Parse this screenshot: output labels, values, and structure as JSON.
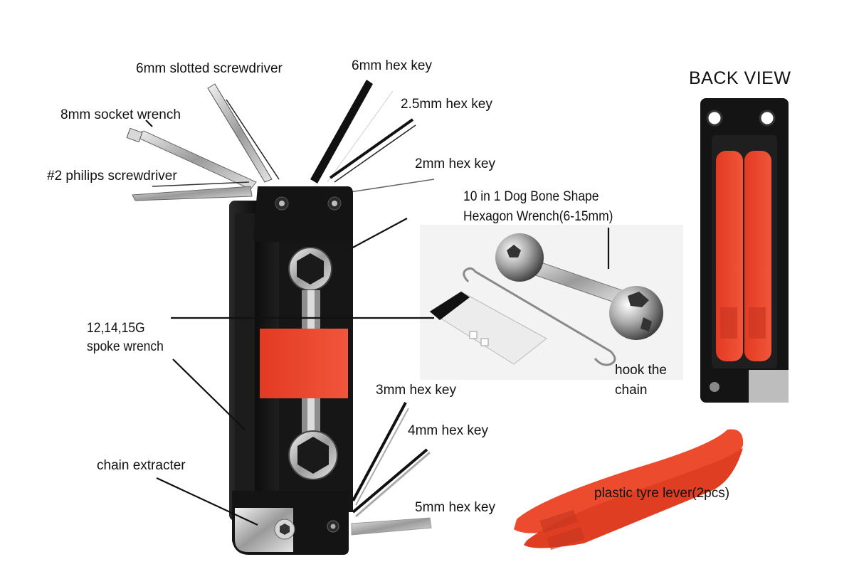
{
  "diagram": {
    "back_view_title": "BACK VIEW",
    "labels": {
      "slotted_screwdriver": "6mm slotted screwdriver",
      "hex_6mm": "6mm hex key",
      "hex_2_5mm": "2.5mm hex key",
      "socket_8mm": "8mm socket wrench",
      "hex_2mm": "2mm hex key",
      "philips": "#2 philips screwdriver",
      "dog_bone_line1": "10 in 1 Dog Bone Shape",
      "dog_bone_line2": "Hexagon Wrench(6-15mm)",
      "spoke_line1": "12,14,15G",
      "spoke_line2": "spoke wrench",
      "hook_line1": "hook the",
      "hook_line2": "chain",
      "hex_3mm": "3mm hex key",
      "hex_4mm": "4mm hex key",
      "chain_extracter": "chain extracter",
      "hex_5mm": "5mm hex key",
      "tyre_lever": "plastic tyre lever(2pcs)"
    },
    "colors": {
      "body": "#141414",
      "accent": "#e8432a",
      "metal": "#c9c9c9",
      "leader": "#111111"
    }
  }
}
